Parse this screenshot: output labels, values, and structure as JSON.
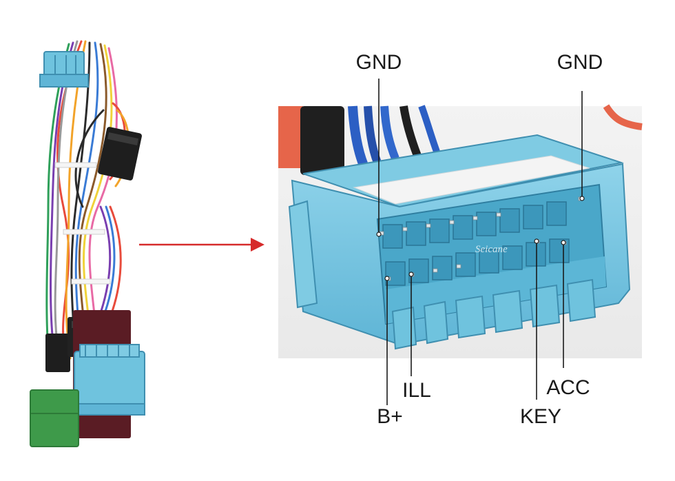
{
  "labels": {
    "gnd_left": "GND",
    "gnd_right": "GND",
    "ill": "ILL",
    "b_plus": "B+",
    "acc": "ACC",
    "key": "KEY"
  },
  "watermark": "Seicane",
  "colors": {
    "connector_blue": "#6fc3de",
    "connector_shadow": "#3f8fb0",
    "arrow_red": "#d62b2b",
    "green_connector": "#3e9a4a"
  }
}
